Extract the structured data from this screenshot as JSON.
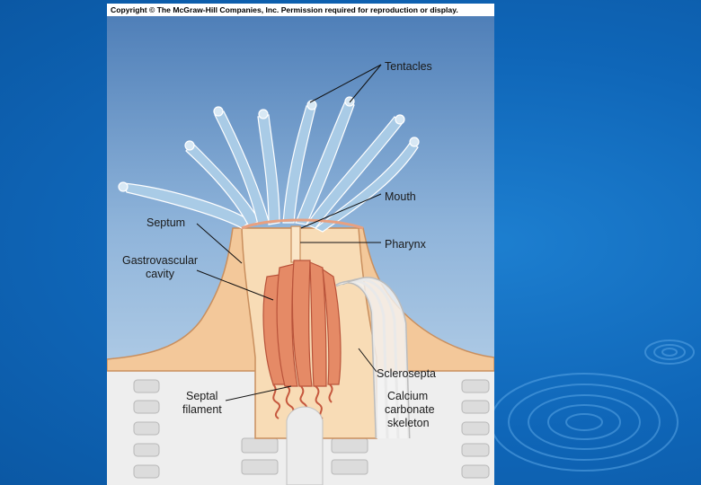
{
  "copyright": "Copyright © The McGraw-Hill Companies, Inc. Permission required for reproduction or display.",
  "labels": {
    "tentacles": "Tentacles",
    "mouth": "Mouth",
    "septum": "Septum",
    "pharynx": "Pharynx",
    "gastrovascular_line1": "Gastrovascular",
    "gastrovascular_line2": "cavity",
    "sclerosepta": "Sclerosepta",
    "septal_line1": "Septal",
    "septal_line2": "filament",
    "calcium_line1": "Calcium",
    "calcium_line2": "carbonate",
    "calcium_line3": "skeleton"
  },
  "colors": {
    "slide_background": "#0f66b8",
    "diagram_sky": "#9fc0df",
    "polyp_tissue": "#f6d3a8",
    "septal_folds": "#e07b58",
    "tentacle": "#a9cbe6",
    "skeleton": "#f2f2f2"
  }
}
